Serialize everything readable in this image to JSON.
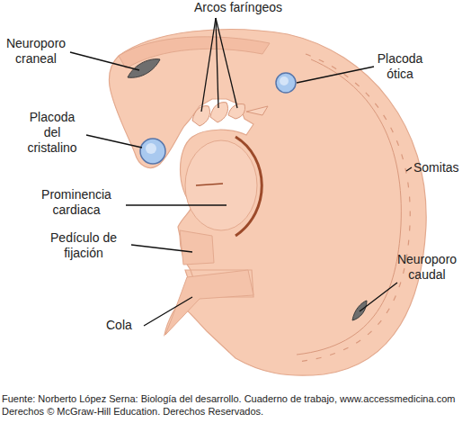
{
  "diagram": {
    "caption": "Fuente: Norberto López Serna: Biología del desarrollo. Cuaderno de trabajo, www.accessmedicina.com Derechos © McGraw-Hill Education. Derechos Reservados.",
    "labels": [
      "Arcos faríngeos",
      "Neuroporo craneal",
      "Placoda ótica",
      "Placoda del cristalino",
      "Somitas",
      "Prominencia cardiaca",
      "Pedículo de fijación",
      "Neuroporo caudal",
      "Cola"
    ]
  }
}
